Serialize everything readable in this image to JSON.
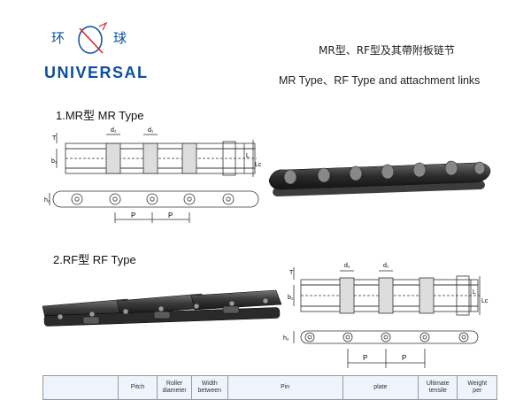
{
  "logo": {
    "cn_left": "环",
    "cn_right": "球",
    "en": "UNIVERSAL",
    "colors": {
      "blue": "#0a4fa0",
      "red": "#d42a2a"
    }
  },
  "header": {
    "title_cn": "MR型、RF型及其帶附板链节",
    "title_en": "MR Type、RF Type and attachment links"
  },
  "sections": {
    "mr": {
      "heading": "1.MR型   MR Type"
    },
    "rf": {
      "heading": "2.RF型   RF Type"
    }
  },
  "dims": {
    "d2": "d₂",
    "d1": "d₁",
    "T": "T",
    "b1": "b₁",
    "L": "L",
    "Lc": "Lc",
    "h2": "h₂",
    "P": "P"
  },
  "table": {
    "headers": [
      "",
      "Pitch",
      "Roller\ndiameter",
      "Width\nbetween",
      "Pin",
      "plate",
      "Ultimate\ntensile",
      "Weight\nper"
    ]
  }
}
